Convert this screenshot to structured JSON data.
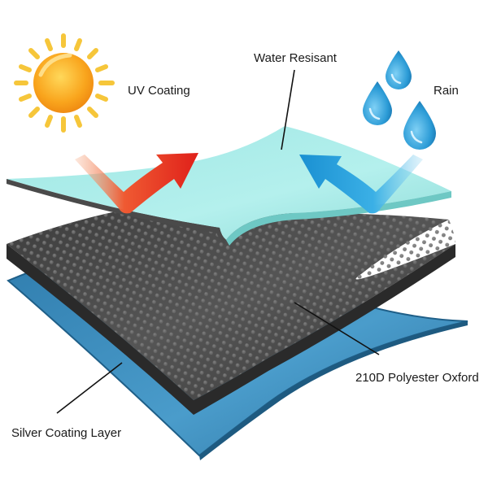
{
  "labels": {
    "uv_coating": "UV Coating",
    "water_resistant": "Water Resisant",
    "rain": "Rain",
    "polyester": "210D Polyester Oxford",
    "silver_coating": "Silver Coating Layer"
  },
  "icons": {
    "sun": "sun-icon",
    "rain": "raindrop-icon",
    "uv_arrow": "red-reflect-arrow-icon",
    "rain_arrow": "blue-reflect-arrow-icon"
  },
  "colors": {
    "sun": "#f8a51c",
    "sun_rays": "#f6c63a",
    "top_layer": "#a8ece9",
    "middle_layer": "#4a4a4a",
    "bottom_layer": "#3a86b4",
    "uv_arrow": "#e8321e",
    "rain_arrow": "#2aa7e2",
    "raindrop": "#2b9bd6"
  }
}
